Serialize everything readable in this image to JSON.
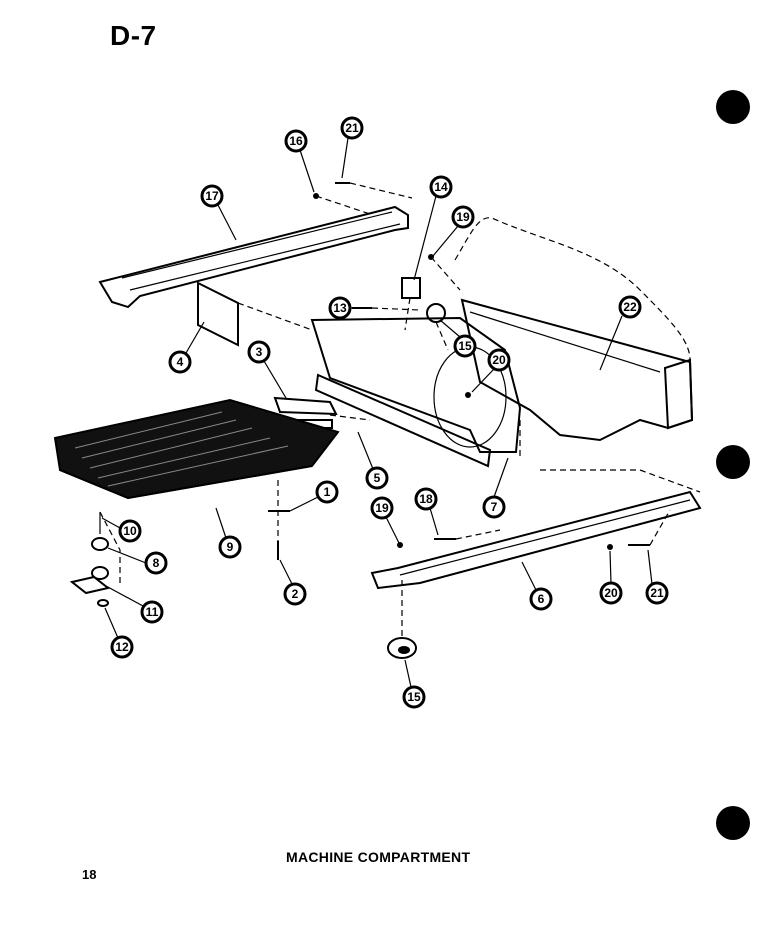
{
  "page_code": "D-7",
  "caption": "MACHINE  COMPARTMENT",
  "page_number": "18",
  "callouts": {
    "c16a": "16",
    "c21a": "21",
    "c17": "17",
    "c14": "14",
    "c19a": "19",
    "c13": "13",
    "c15a": "15",
    "c22": "22",
    "c4": "4",
    "c3": "3",
    "c20a": "20",
    "c5": "5",
    "c7": "7",
    "c1": "1",
    "c10": "10",
    "c9": "9",
    "c8": "8",
    "c11": "11",
    "c12": "12",
    "c2": "2",
    "c19b": "19",
    "c18": "18",
    "c6": "6",
    "c20b": "20",
    "c21b": "21",
    "c15b": "15"
  }
}
